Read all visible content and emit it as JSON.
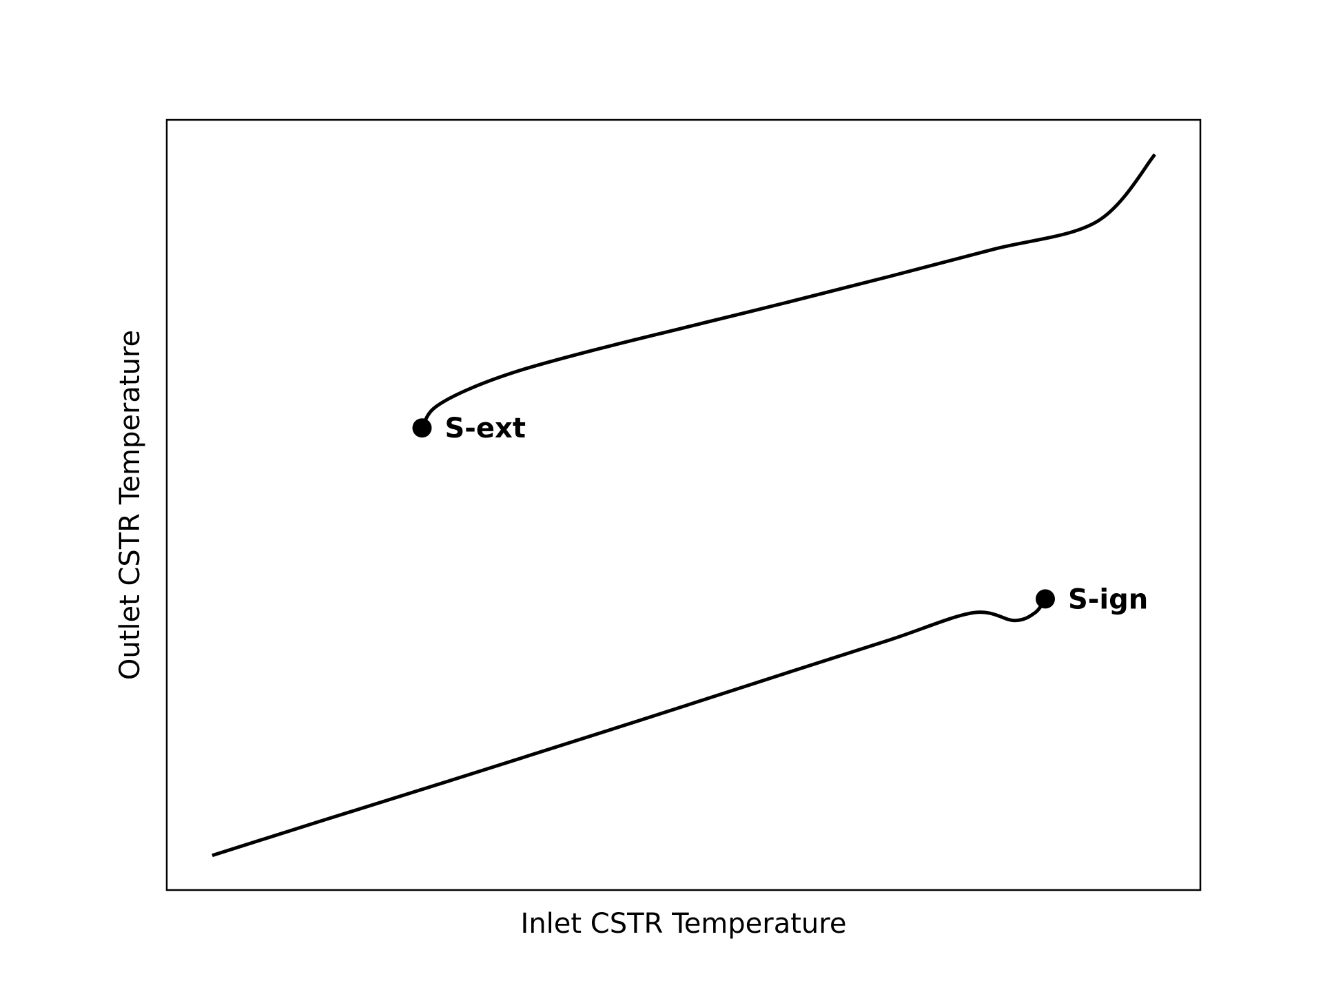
{
  "chart_data": {
    "type": "line",
    "title": "",
    "xlabel": "Inlet CSTR Temperature",
    "ylabel": "Outlet CSTR Temperature",
    "xlim": [
      0,
      1
    ],
    "ylim": [
      0,
      1
    ],
    "grid": false,
    "ticks": "none",
    "series": [
      {
        "branch": "upper",
        "color": "#000000",
        "x": [
          0.247,
          0.258,
          0.29,
          0.34,
          0.41,
          0.5,
          0.6,
          0.7,
          0.8,
          0.9,
          0.956
        ],
        "y": [
          0.6,
          0.625,
          0.649,
          0.674,
          0.7,
          0.73,
          0.763,
          0.797,
          0.832,
          0.868,
          0.955
        ]
      },
      {
        "branch": "lower",
        "color": "#000000",
        "x": [
          0.044,
          0.15,
          0.3,
          0.45,
          0.6,
          0.7,
          0.78,
          0.82,
          0.84,
          0.85
        ],
        "y": [
          0.045,
          0.09,
          0.153,
          0.217,
          0.282,
          0.325,
          0.36,
          0.35,
          0.36,
          0.378
        ]
      }
    ],
    "annotations": [
      {
        "label": "S-ext",
        "x": 0.247,
        "y": 0.6,
        "marker": "circle"
      },
      {
        "label": "S-ign",
        "x": 0.85,
        "y": 0.378,
        "marker": "circle"
      }
    ]
  }
}
